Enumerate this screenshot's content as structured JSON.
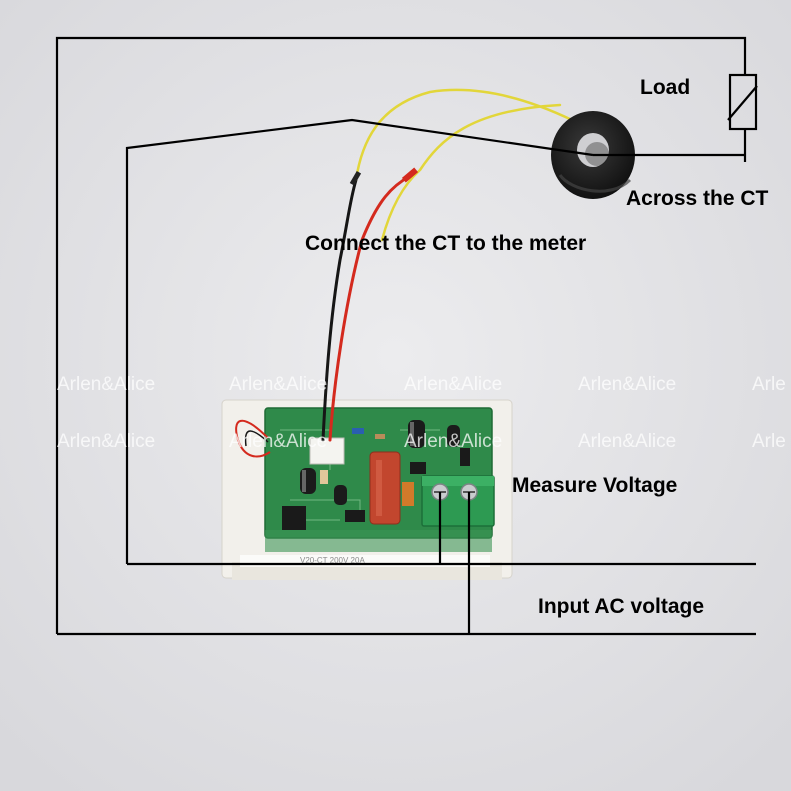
{
  "labels": {
    "load": "Load",
    "across_ct": "Across the CT",
    "connect_ct": "Connect the CT to the meter",
    "measure_voltage": "Measure Voltage",
    "input_ac": "Input AC voltage"
  },
  "watermark": {
    "text": "Arlen&Alice",
    "partial": "Arle"
  },
  "pcb": {
    "sticker_text": "V20-CT 200V 20A"
  },
  "colors": {
    "background": "#e4e4e6",
    "line": "#000000",
    "pcb_green": "#2f8a4a",
    "terminal_green": "#2d9a52",
    "housing": "#f1efe9",
    "ct_ring": "#1c1c1c",
    "wire_yellow": "#e2d63a",
    "wire_red": "#d42a1e",
    "wire_black": "#161616",
    "capacitor_red": "#c2462e"
  }
}
